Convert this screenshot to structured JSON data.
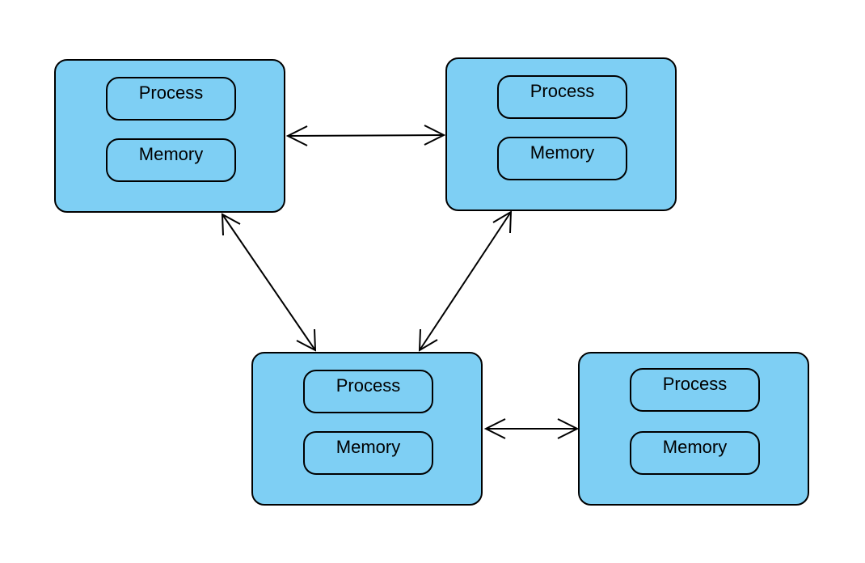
{
  "colors": {
    "node_fill": "#7ecff4",
    "stroke": "#000000",
    "background": "#ffffff"
  },
  "nodes": [
    {
      "id": "node-1",
      "process_label": "Process",
      "memory_label": "Memory"
    },
    {
      "id": "node-2",
      "process_label": "Process",
      "memory_label": "Memory"
    },
    {
      "id": "node-3",
      "process_label": "Process",
      "memory_label": "Memory"
    },
    {
      "id": "node-4",
      "process_label": "Process",
      "memory_label": "Memory"
    }
  ],
  "links": [
    {
      "from": "node-1",
      "to": "node-2",
      "arrows": "both"
    },
    {
      "from": "node-1",
      "to": "node-3",
      "arrows": "both"
    },
    {
      "from": "node-2",
      "to": "node-3",
      "arrows": "both"
    },
    {
      "from": "node-3",
      "to": "node-4",
      "arrows": "both"
    }
  ]
}
